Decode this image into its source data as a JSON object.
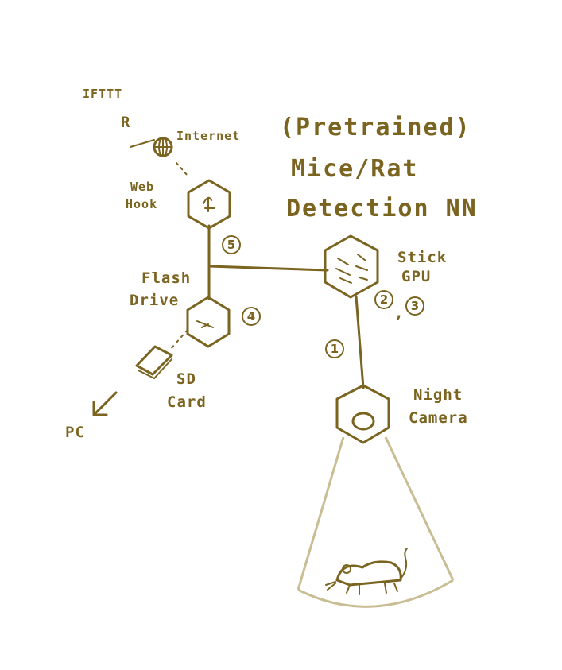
{
  "colors": {
    "ink": "#7a6420",
    "cone": "#c9bd94",
    "background": "#ffffff"
  },
  "labels": {
    "ifttt": "IFTTT",
    "ifttt_logo": "R",
    "internet": "Internet",
    "webhook_line1": "Web",
    "webhook_line2": "Hook",
    "flash_line1": "Flash",
    "flash_line2": "Drive",
    "sd_line1": "SD",
    "sd_line2": "Card",
    "pc": "PC",
    "title_line1": "(Pretrained)",
    "title_line2": "Mice/Rat",
    "title_line3": "Detection NN",
    "stick_line1": "Stick",
    "stick_line2": "GPU",
    "camera_line1": "Night",
    "camera_line2": "Camera"
  },
  "steps": [
    "1",
    "2",
    "3",
    "4",
    "5"
  ],
  "icons": {
    "webhook": "webhook-icon",
    "globe": "globe-icon",
    "gpu": "gpu-icon",
    "camera": "camera-lens-icon",
    "flash": "flash-drive-icon",
    "sd": "sd-card-icon",
    "mouse": "mouse-icon"
  }
}
